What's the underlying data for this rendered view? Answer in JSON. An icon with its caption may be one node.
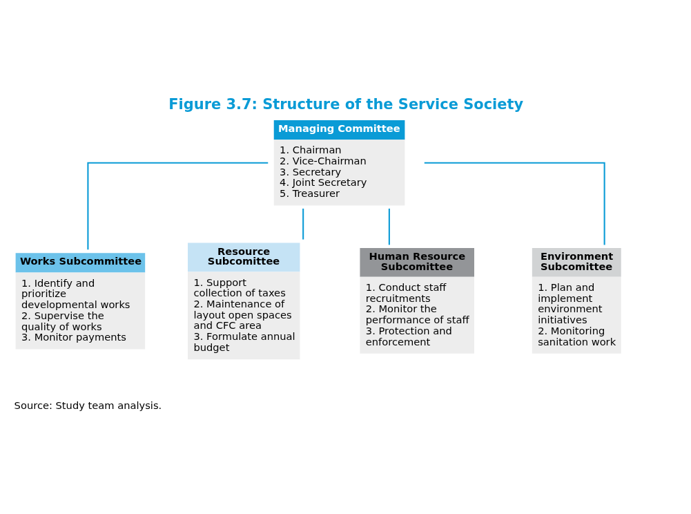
{
  "diagram": {
    "title": "Figure 3.7: Structure of the Service Society",
    "nodes": [
      {
        "text": [
          "Managing Committee",
          "1. Chairman",
          "2. Vice-Chairman",
          "3. Secretary",
          "4. Joint Secretary",
          "5. Treasurer"
        ]
      },
      {
        "text": [
          "Works Subcommittee",
          "1. Identify and prioritize developmental works",
          "2. Supervise the quality of works",
          "3. Monitor payments"
        ]
      },
      {
        "text": [
          "Resource Subcomittee",
          "1. Support collection of taxes",
          "2. Maintenance of layout open spaces and CFC area",
          "3. Formulate annual budget"
        ]
      },
      {
        "text": [
          "Human Resource Subcomittee",
          "1. Conduct staff recruitments",
          "2. Monitor the performance of staff",
          "3. Protection and enforcement"
        ]
      },
      {
        "text": [
          "Environment Subcomittee",
          "1. Plan and implement environment initiatives",
          "2. Monitoring sanitation work"
        ]
      }
    ],
    "edges": [
      {
        "from": 0,
        "to": 1,
        "arrow": "none"
      },
      {
        "from": 0,
        "to": 2,
        "arrow": "none"
      },
      {
        "from": 0,
        "to": 3,
        "arrow": "none"
      },
      {
        "from": 0,
        "to": 4,
        "arrow": "none"
      }
    ],
    "labels": [
      "Source: Study team analysis."
    ]
  }
}
